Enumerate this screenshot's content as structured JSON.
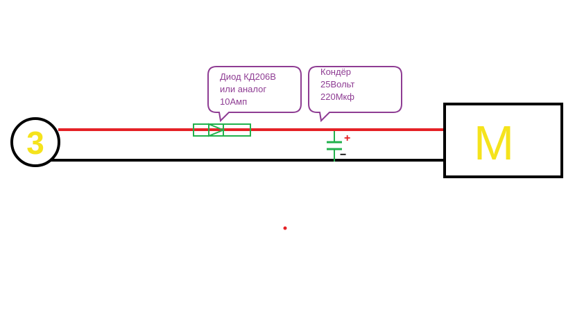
{
  "diagram": {
    "source_label": "3",
    "load_label": "M",
    "diode_note": {
      "lines": [
        "Диод КД206В",
        "или аналог",
        "10Амп"
      ]
    },
    "capacitor_note": {
      "lines": [
        "Кондёр",
        "25Вольт",
        "220Мкф"
      ]
    },
    "capacitor_plus": "+",
    "capacitor_minus": "−"
  },
  "colors": {
    "positive_wire": "#e52126",
    "negative_wire": "#000000",
    "component": "#22b14c",
    "callout": "#8e3c93",
    "label_yellow": "#f5e31c",
    "outline": "#000000",
    "plus_sign": "#e52126",
    "minus_sign": "#000000"
  }
}
